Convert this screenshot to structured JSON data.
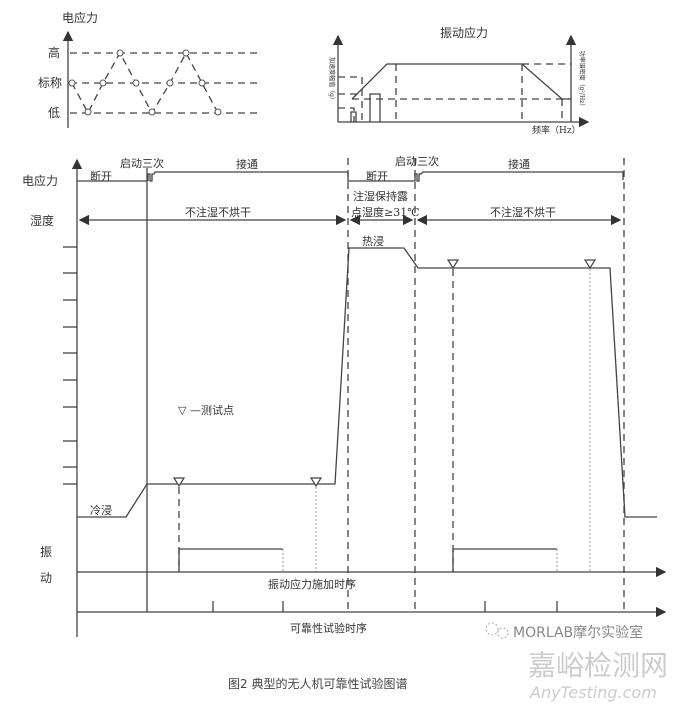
{
  "elec_chart": {
    "title": "电应力",
    "levels": [
      "高",
      "标称",
      "低"
    ]
  },
  "vib_chart": {
    "title": "振动应力",
    "xlabel": "频率（Hz）",
    "ylabel_left": "加速度幅值（g）",
    "ylabel_right": "功率谱密度（g²/Hz）"
  },
  "main": {
    "row_elec": "电应力",
    "row_humidity": "湿度",
    "row_vibration_1": "振",
    "row_vibration_2": "动",
    "off_1": "断开",
    "start_1": "启动三次",
    "on_1": "接通",
    "off_2": "断开",
    "start_2": "启动三次",
    "on_2": "接通",
    "humid_1": "不注湿不烘干",
    "humid_mid_1": "注湿保持露",
    "humid_mid_2": "点湿度≥31℃",
    "humid_2": "不注湿不烘干",
    "cold_soak": "冷浸",
    "hot_soak": "热浸",
    "legend": "▽ —测试点",
    "vib_timeline": "振动应力施加时序",
    "test_timeline": "可靠性试验时序"
  },
  "logo": "MORLAB摩尔实验室",
  "watermark": {
    "cn": "嘉峪检测网",
    "en": "AnyTesting.com"
  },
  "caption": "图2   典型的无人机可靠性试验图谱"
}
